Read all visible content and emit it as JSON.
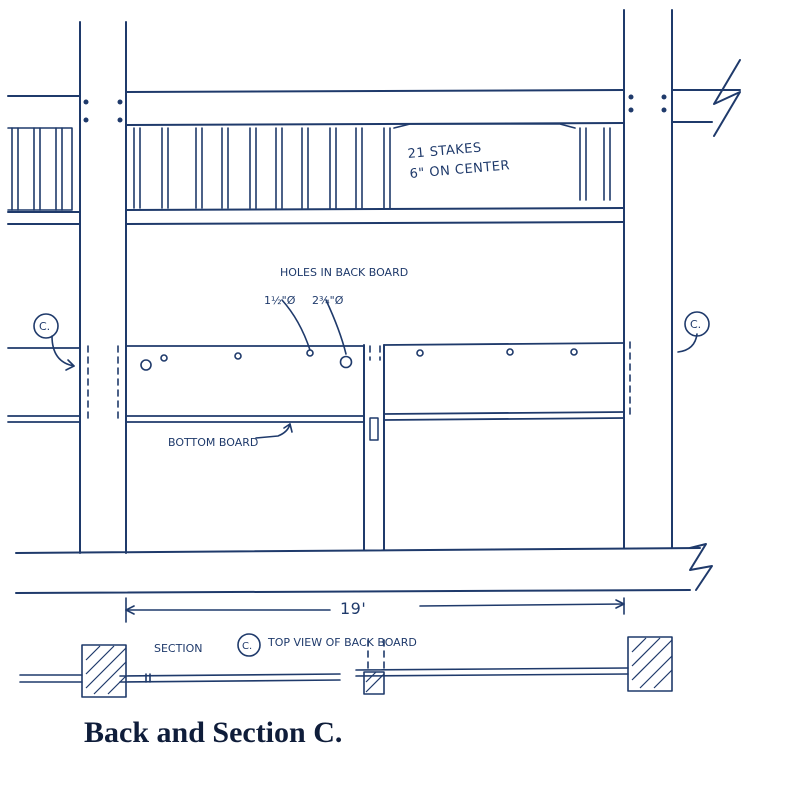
{
  "labels": {
    "stakes_line1": "21 STAKES",
    "stakes_line2": "6\" ON CENTER",
    "holes": "HOLES IN BACK BOARD",
    "hole_small": "1½\"Ø",
    "hole_large": "2¾\"Ø",
    "section_marker_left": "C.",
    "section_marker_right": "C.",
    "bottom_board": "BOTTOM BOARD",
    "dimension": "19'",
    "section_word": "SECTION",
    "section_circle": "C.",
    "section_rest": "TOP VIEW OF BACK BOARD"
  },
  "caption": "Back and Section C."
}
